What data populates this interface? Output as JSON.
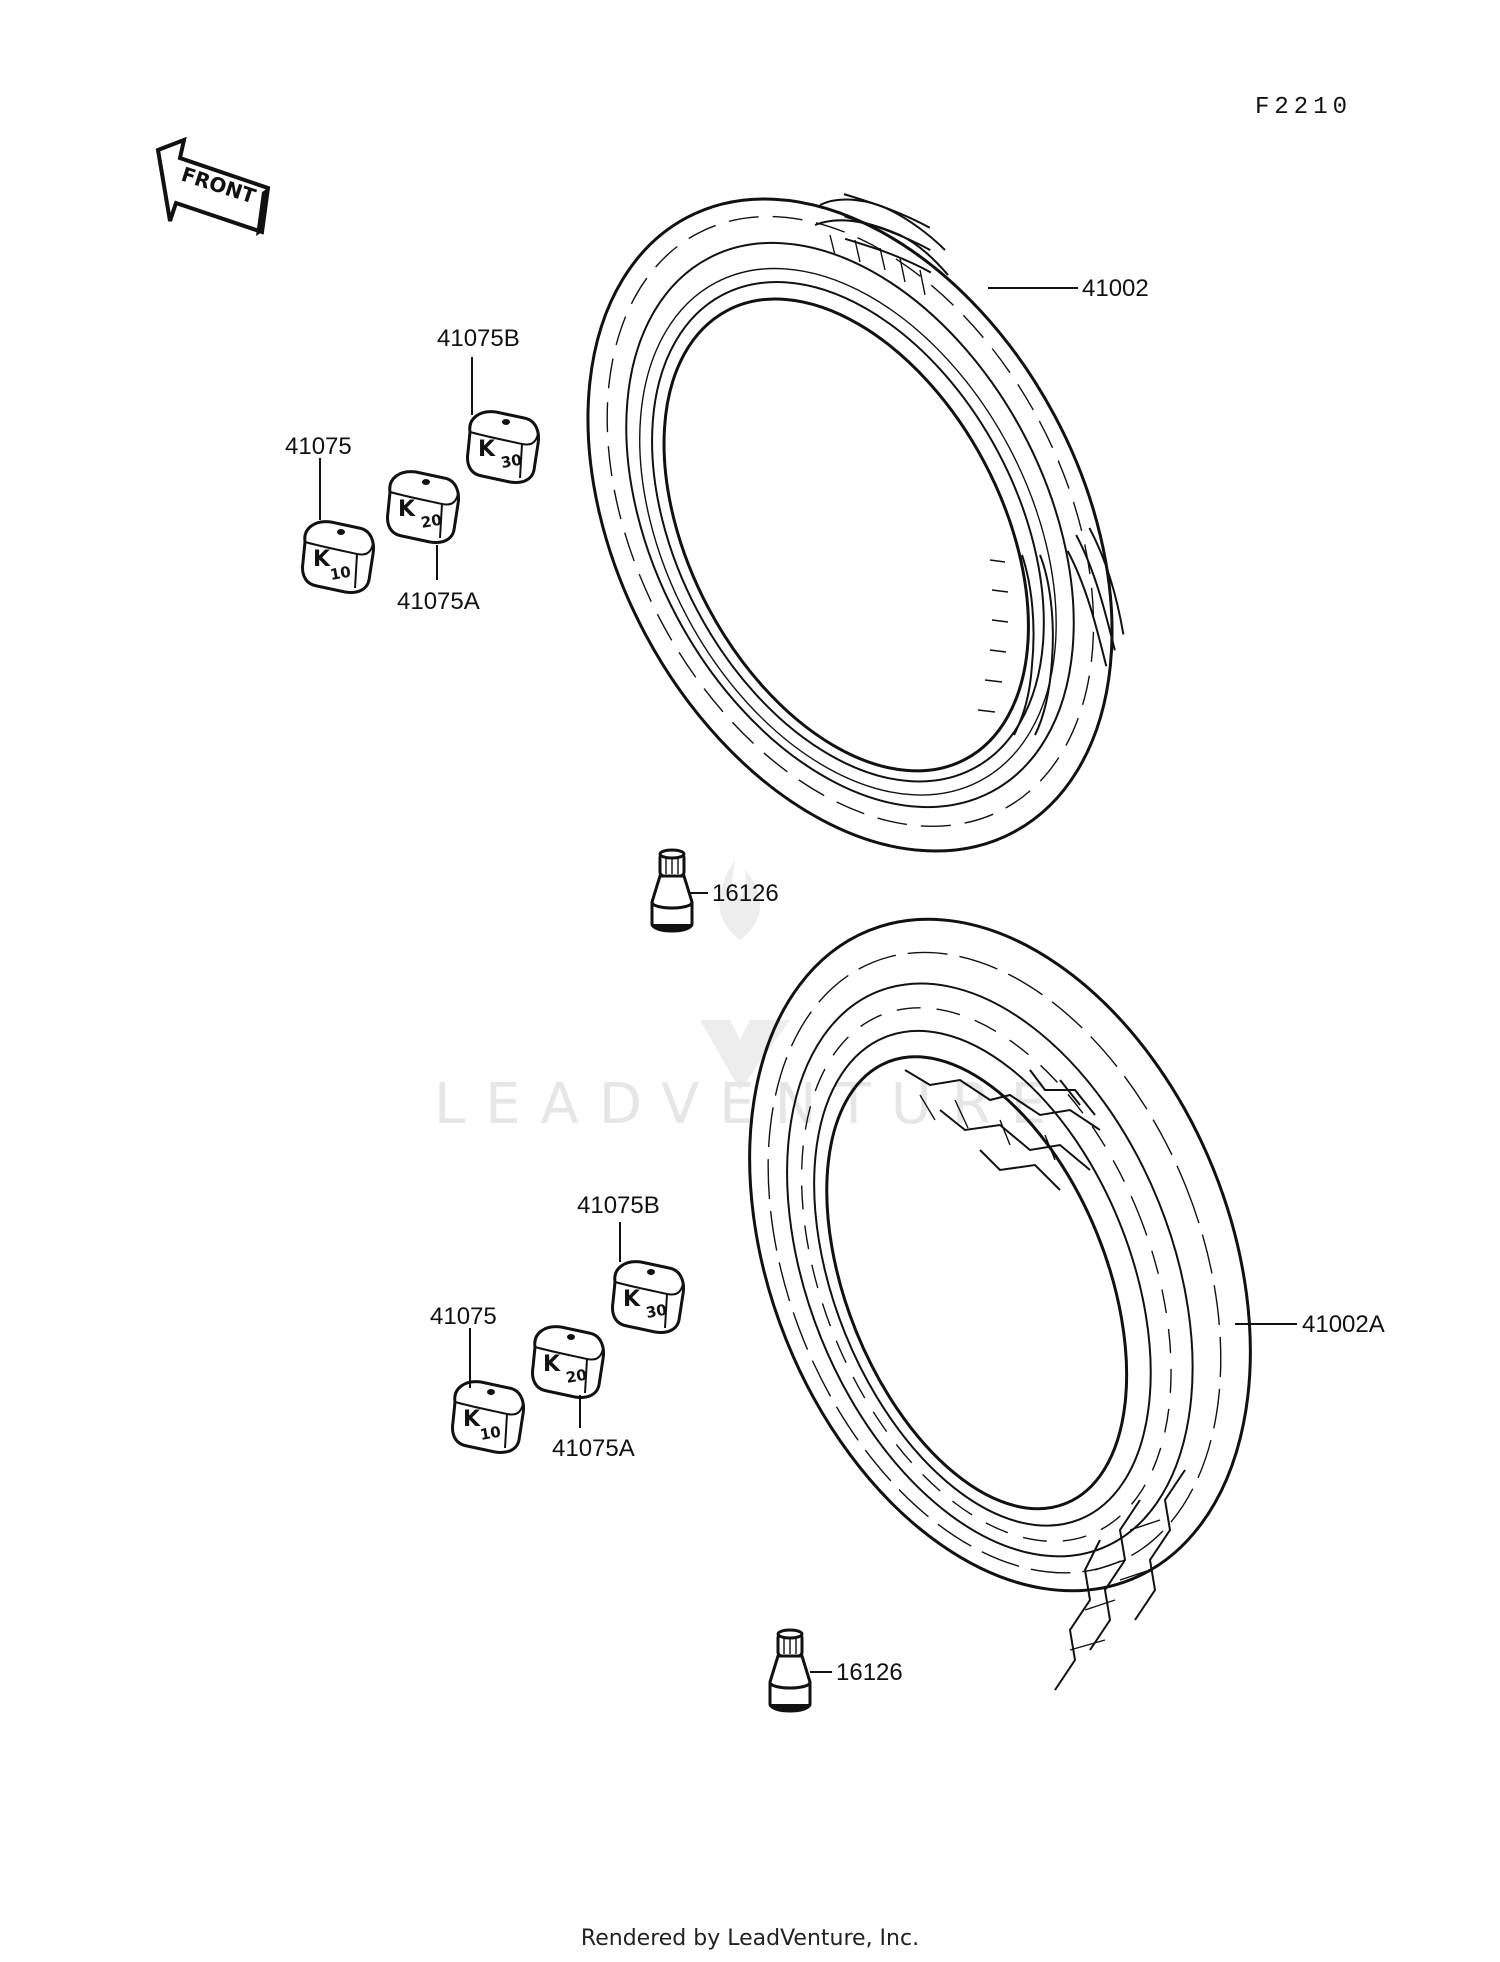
{
  "diagram": {
    "code": "F2210",
    "front_arrow_text": "FRONT",
    "watermark": "LEADVENTURE",
    "parts": {
      "front_tire": "41002",
      "rear_tire": "41002A",
      "valve": "16126",
      "weight": "41075",
      "weight_a": "41075A",
      "weight_b": "41075B"
    },
    "weight_marks": {
      "k": "K",
      "w10": "10",
      "w20": "20",
      "w30": "30"
    }
  },
  "footer": {
    "text": "Rendered by LeadVenture, Inc."
  }
}
